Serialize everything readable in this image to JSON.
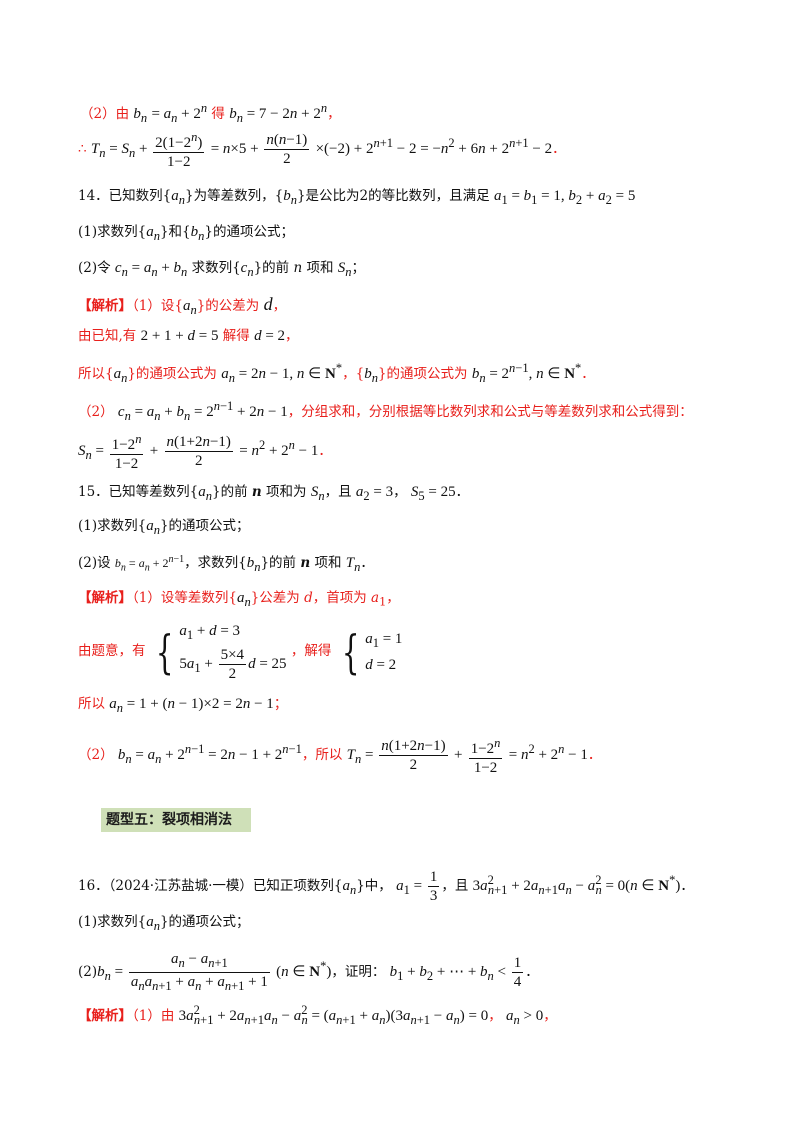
{
  "lines": {
    "l1_label": "（2）由",
    "l1_math1": "b_n = a_n + 2^n",
    "l1_mid": "得",
    "l1_math2": "b_n = 7 − 2n + 2^n",
    "l1_end": "，",
    "l2_prefix": "∴",
    "l2_math": "T_n = S_n + 2(1−2^n)/(1−2) = n×5 + n(n−1)/2 ×(−2) + 2^(n+1) − 2 = −n² + 6n + 2^(n+1) − 2",
    "l2_end": "．",
    "q14": "14．已知数列{a_n}为等差数列，{b_n}是公比为2的等比数列，且满足 a₁ = b₁ = 1, b₂ + a₂ = 5",
    "q14_1": "(1)求数列{a_n}和{b_n}的通项公式；",
    "q14_2": "(2)令 c_n = a_n + b_n 求数列{c_n}的前 n 项和 S_n；",
    "a14_head": "【解析】",
    "a14_1": "（1）设{a_n}的公差为 d，",
    "a14_2": "由已知,有 2 + 1 + d = 5 解得 d = 2，",
    "a14_3": "所以{a_n}的通项公式为 a_n = 2n − 1, n ∈ N*，{b_n}的通项公式为 b_n = 2^(n−1), n ∈ N*．",
    "a14_4": "（2） c_n = a_n + b_n = 2^(n−1) + 2n − 1，分组求和，分别根据等比数列求和公式与等差数列求和公式得到：",
    "a14_5": "S_n = (1−2^n)/(1−2) + n(1+2n−1)/2 = n² + 2^n − 1．",
    "q15": "15．已知等差数列{a_n}的前 n 项和为 S_n，且 a₂ = 3， S₅ = 25．",
    "q15_1": "(1)求数列{a_n}的通项公式；",
    "q15_2": "(2)设 b_n = a_n + 2^(n−1)，求数列{b_n}的前 n 项和 T_n．",
    "a15_head": "【解析】",
    "a15_1": "（1）设等差数列{a_n}公差为 d，首项为 a₁，",
    "a15_2_pre": "由题意，有",
    "a15_sys1a": "a₁ + d = 3",
    "a15_sys1b": "5a₁ + 5×4/2 d = 25",
    "a15_2_mid": "，解得",
    "a15_sys2a": "a₁ = 1",
    "a15_sys2b": "d = 2",
    "a15_3": "所以 a_n = 1 + (n − 1)×2 = 2n − 1；",
    "a15_4": "（2） b_n = a_n + 2^(n−1) = 2n − 1 + 2^(n−1)，所以 T_n = n(1+2n−1)/2 + (1−2^n)/(1−2) = n² + 2^n − 1．",
    "banner": "题型五：裂项相消法",
    "q16": "16．（2024·江苏盐城·一模）已知正项数列{a_n}中， a₁ = 1/3，且 3a²_(n+1) + 2a_(n+1)a_n − a²_n = 0 (n ∈ N*)．",
    "q16_1": "(1)求数列{a_n}的通项公式；",
    "q16_2": "(2) b_n = (a_n − a_(n+1)) / (a_n a_(n+1) + a_n + a_(n+1) + 1) (n ∈ N*)，证明： b₁ + b₂ + ⋯ + b_n < 1/4．",
    "a16_head": "【解析】",
    "a16_1": "（1）由 3a²_(n+1) + 2a_(n+1)a_n − a²_n = (a_(n+1) + a_n)(3a_(n+1) − a_n) = 0， a_n > 0，"
  }
}
